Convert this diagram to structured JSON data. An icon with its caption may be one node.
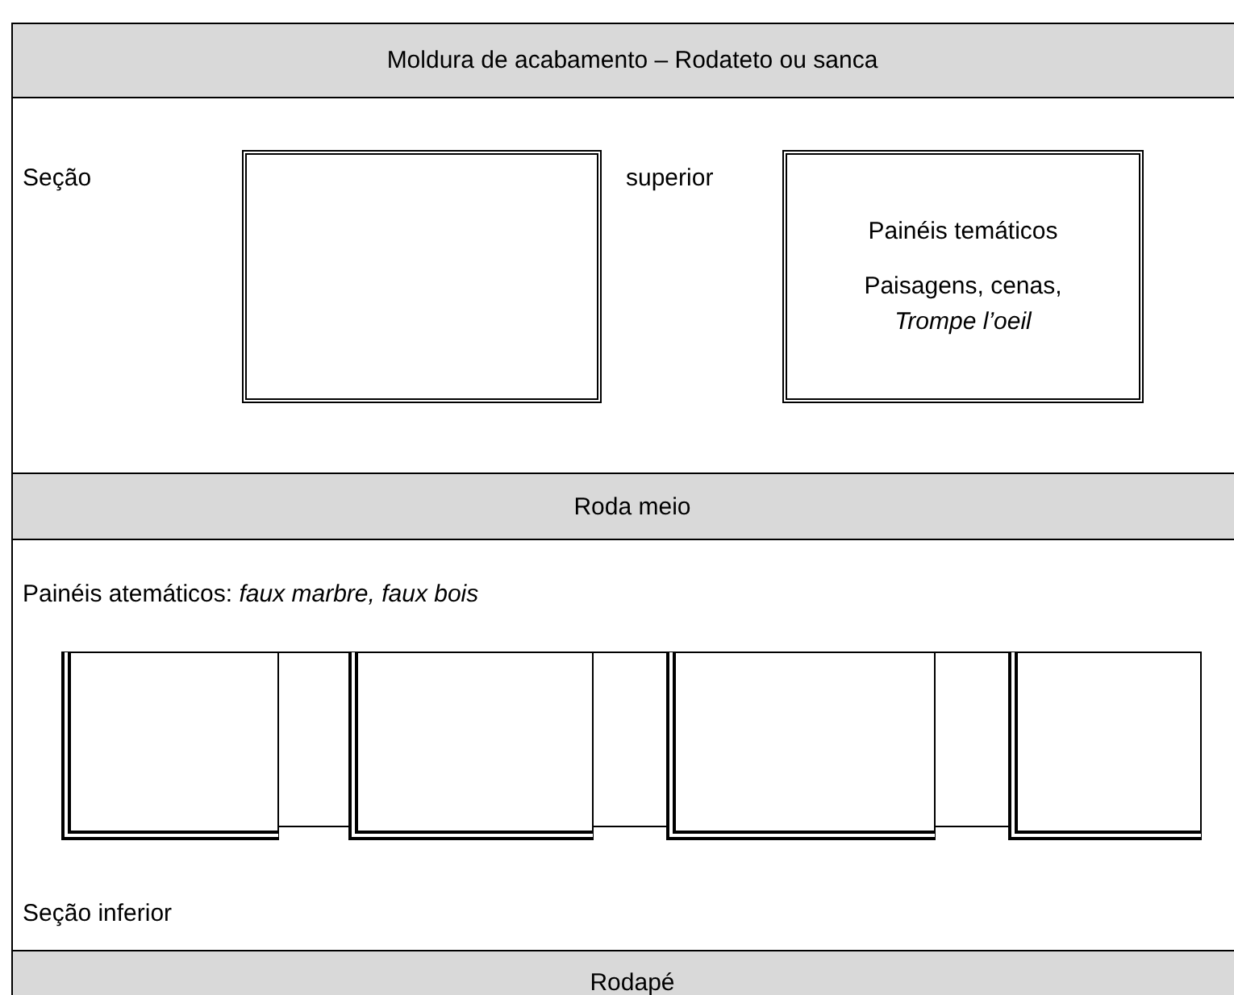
{
  "diagram": {
    "nodes": [
      {
        "text": [
          "Moldura de acabamento – Rodateto ou sanca"
        ]
      },
      {
        "text": [],
        "shape": "box"
      },
      {
        "text": [
          "Painéis temáticos",
          "Paisagens, cenas, *Trompe l’oeil*"
        ]
      },
      {
        "text": [
          "Roda meio"
        ]
      },
      {
        "text": [],
        "shape": "box"
      },
      {
        "text": [],
        "shape": "box"
      },
      {
        "text": [],
        "shape": "box"
      },
      {
        "text": [],
        "shape": "box"
      },
      {
        "text": [
          "Rodapé"
        ]
      }
    ],
    "labels": [
      "Seção",
      "superior",
      "Painéis atemáticos: *faux marbre, faux bois*",
      "Seção inferior"
    ]
  }
}
